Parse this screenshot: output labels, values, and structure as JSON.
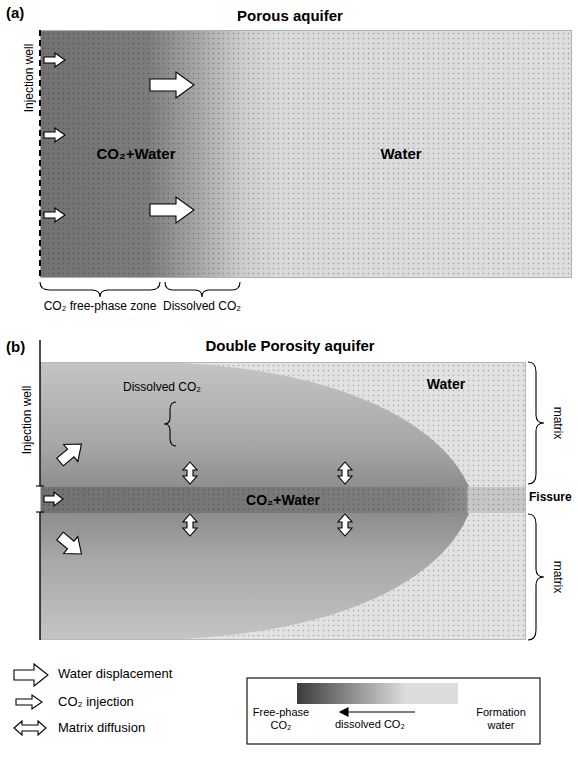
{
  "diagram": {
    "nodes": [
      {
        "text": [
          "Porous aquifer"
        ]
      },
      {
        "text": [
          "CO₂+Water"
        ],
        "in": 0
      },
      {
        "text": [
          "Water"
        ],
        "in": 0
      },
      {
        "text": [
          "Double Porosity aquifer"
        ]
      },
      {
        "text": [
          "Water"
        ],
        "in": 3
      },
      {
        "text": [
          "Dissolved CO₂"
        ],
        "in": 3
      },
      {
        "text": [
          "CO₂+Water"
        ],
        "in": 3
      }
    ],
    "labels": [
      "(a)",
      "Injection well",
      "CO₂ free-phase zone",
      "Dissolved CO₂",
      "(b)",
      "Injection well",
      "matrix",
      "matrix",
      "Fissure"
    ],
    "legend": [
      {
        "text": "Water displacement"
      },
      {
        "text": "CO₂ injection"
      },
      {
        "text": "Matrix diffusion"
      },
      {
        "text": "Free-phase CO₂",
        "color": "#3c3c3c"
      },
      {
        "text": "dissolved CO₂",
        "color": "#8c8c8c"
      },
      {
        "text": "Formation water",
        "color": "#dcdcdc"
      }
    ]
  }
}
